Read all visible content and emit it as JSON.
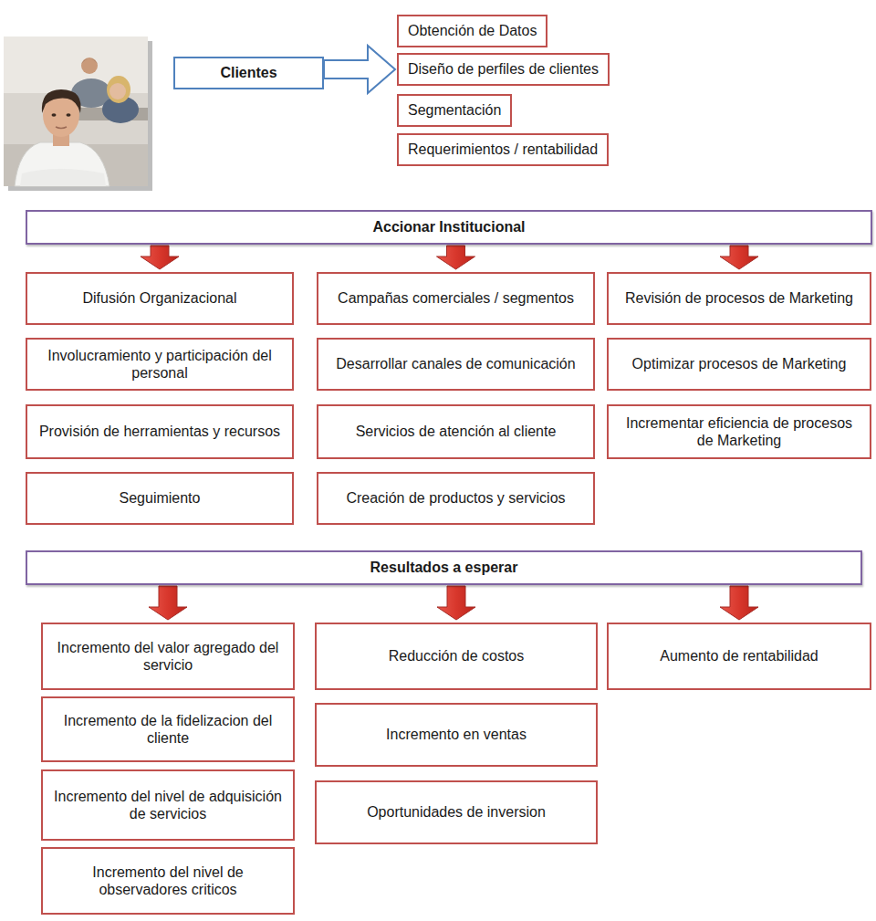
{
  "diagram": {
    "nodes": [
      {
        "text": [
          "Clientes"
        ]
      },
      {
        "text": [
          "Obtención de Datos"
        ]
      },
      {
        "text": [
          "Diseño de perfiles de clientes"
        ]
      },
      {
        "text": [
          "Segmentación"
        ]
      },
      {
        "text": [
          "Requerimientos / rentabilidad"
        ]
      },
      {
        "text": [
          "Accionar Institucional"
        ]
      },
      {
        "text": [
          "Difusión Organizacional"
        ]
      },
      {
        "text": [
          "Involucramiento y participación del personal"
        ]
      },
      {
        "text": [
          "Provisión de herramientas y recursos"
        ]
      },
      {
        "text": [
          "Seguimiento"
        ]
      },
      {
        "text": [
          "Campañas comerciales / segmentos"
        ]
      },
      {
        "text": [
          "Desarrollar canales de comunicación"
        ]
      },
      {
        "text": [
          "Servicios de atención al cliente"
        ]
      },
      {
        "text": [
          "Creación de productos y servicios"
        ]
      },
      {
        "text": [
          "Revisión de procesos de Marketing"
        ]
      },
      {
        "text": [
          "Optimizar procesos de Marketing"
        ]
      },
      {
        "text": [
          "Incrementar eficiencia de procesos de Marketing"
        ]
      },
      {
        "text": [
          "Resultados a esperar"
        ]
      },
      {
        "text": [
          "Incremento del valor agregado del servicio"
        ]
      },
      {
        "text": [
          "Incremento de la fidelizacion del cliente"
        ]
      },
      {
        "text": [
          "Incremento del nivel de adquisición de servicios"
        ]
      },
      {
        "text": [
          "Incremento del nivel de observadores criticos"
        ]
      },
      {
        "text": [
          "Reducción de costos"
        ]
      },
      {
        "text": [
          "Incremento en ventas"
        ]
      },
      {
        "text": [
          "Oportunidades de inversion"
        ]
      },
      {
        "text": [
          "Aumento de rentabilidad"
        ]
      }
    ],
    "edges": [
      {
        "from": 0,
        "to": 2,
        "arrow": "to"
      },
      {
        "from": 5,
        "to": 6,
        "arrow": "to"
      },
      {
        "from": 5,
        "to": 10,
        "arrow": "to"
      },
      {
        "from": 5,
        "to": 14,
        "arrow": "to"
      },
      {
        "from": 17,
        "to": 18,
        "arrow": "to"
      },
      {
        "from": 17,
        "to": 22,
        "arrow": "to"
      },
      {
        "from": 17,
        "to": 25,
        "arrow": "to"
      }
    ]
  }
}
